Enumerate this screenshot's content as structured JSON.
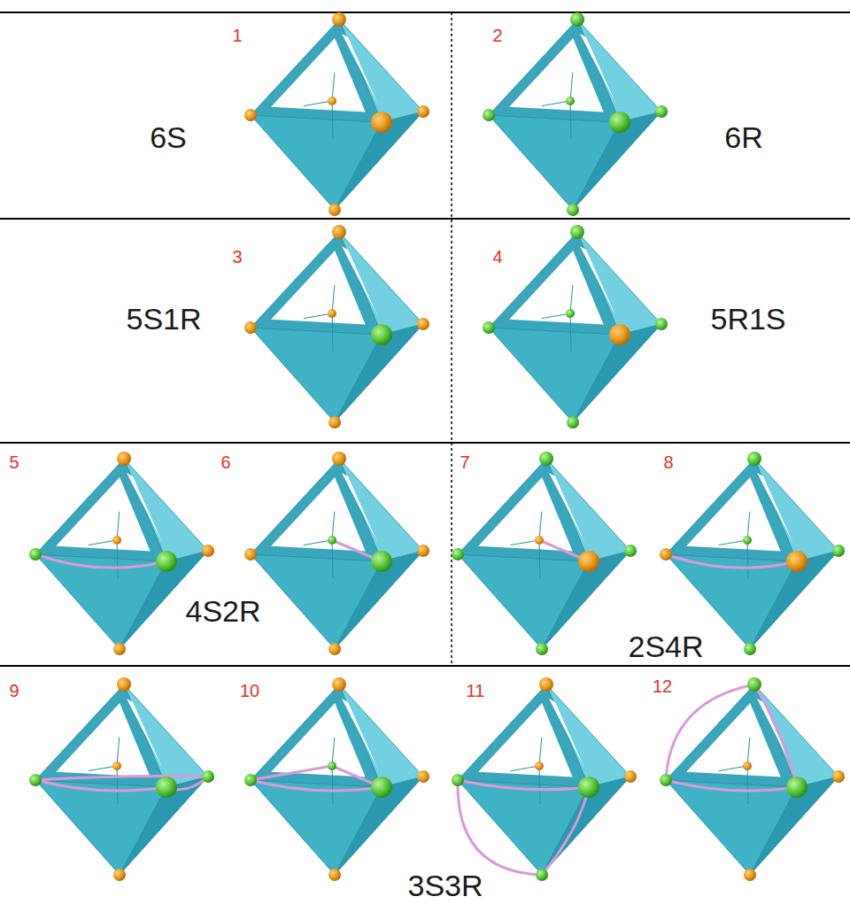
{
  "diagram": {
    "labels": [
      "1",
      "6S",
      "2",
      "6R",
      "3",
      "5S1R",
      "4",
      "5R1S",
      "5",
      "6",
      "4S2R",
      "7",
      "8",
      "2S4R",
      "9",
      "10",
      "11",
      "12",
      "3S3R"
    ]
  }
}
